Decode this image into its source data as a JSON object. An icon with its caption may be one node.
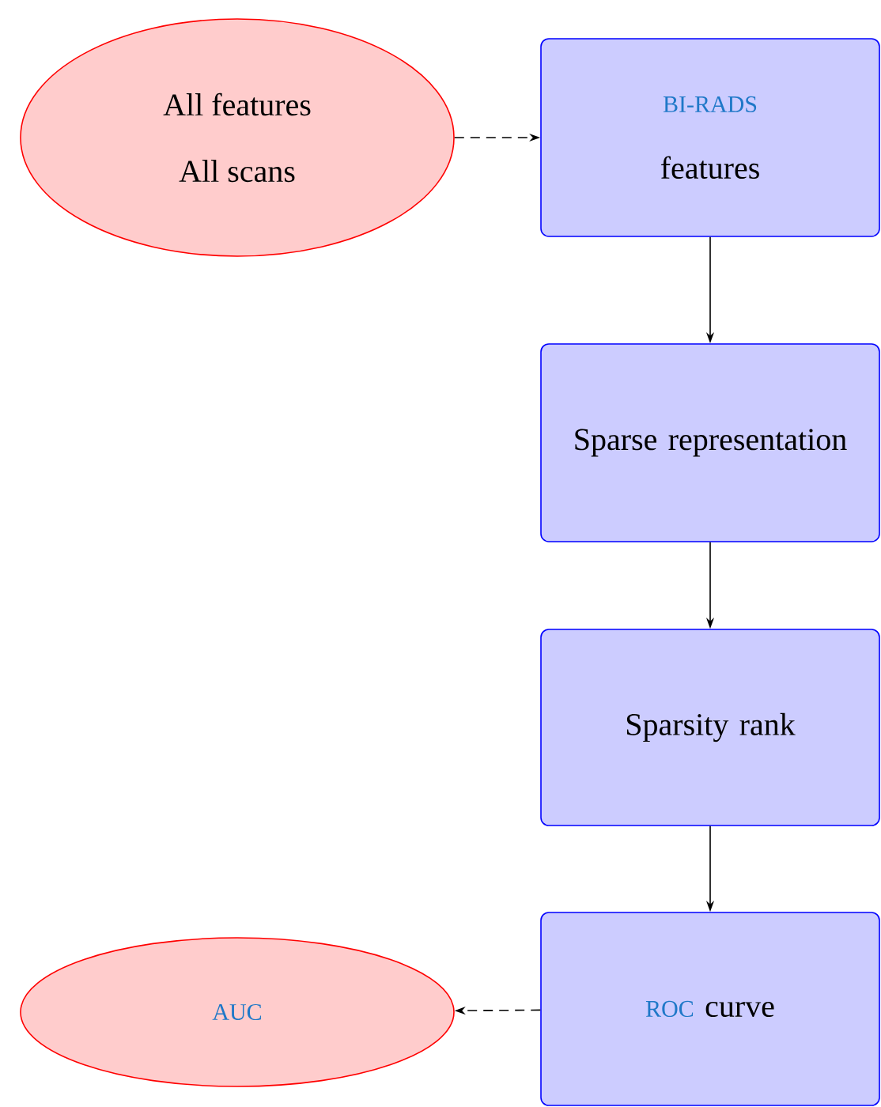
{
  "diagram": {
    "nodes": [
      {
        "text": [
          "All features",
          "All scans"
        ]
      },
      {
        "text": [
          "BI-RADS",
          "features"
        ]
      },
      {
        "text": [
          "Sparse representation"
        ]
      },
      {
        "text": [
          "Sparsity rank"
        ]
      },
      {
        "text": [
          "ROC",
          "curve"
        ]
      },
      {
        "text": [
          "AUC"
        ]
      }
    ],
    "edges": [
      {
        "from": 0,
        "to": 1,
        "arrow": "to",
        "style": "dashed"
      },
      {
        "from": 1,
        "to": 2,
        "arrow": "to"
      },
      {
        "from": 2,
        "to": 3,
        "arrow": "to"
      },
      {
        "from": 3,
        "to": 4,
        "arrow": "to"
      },
      {
        "from": 4,
        "to": 5,
        "arrow": "to",
        "style": "dashed"
      }
    ]
  }
}
